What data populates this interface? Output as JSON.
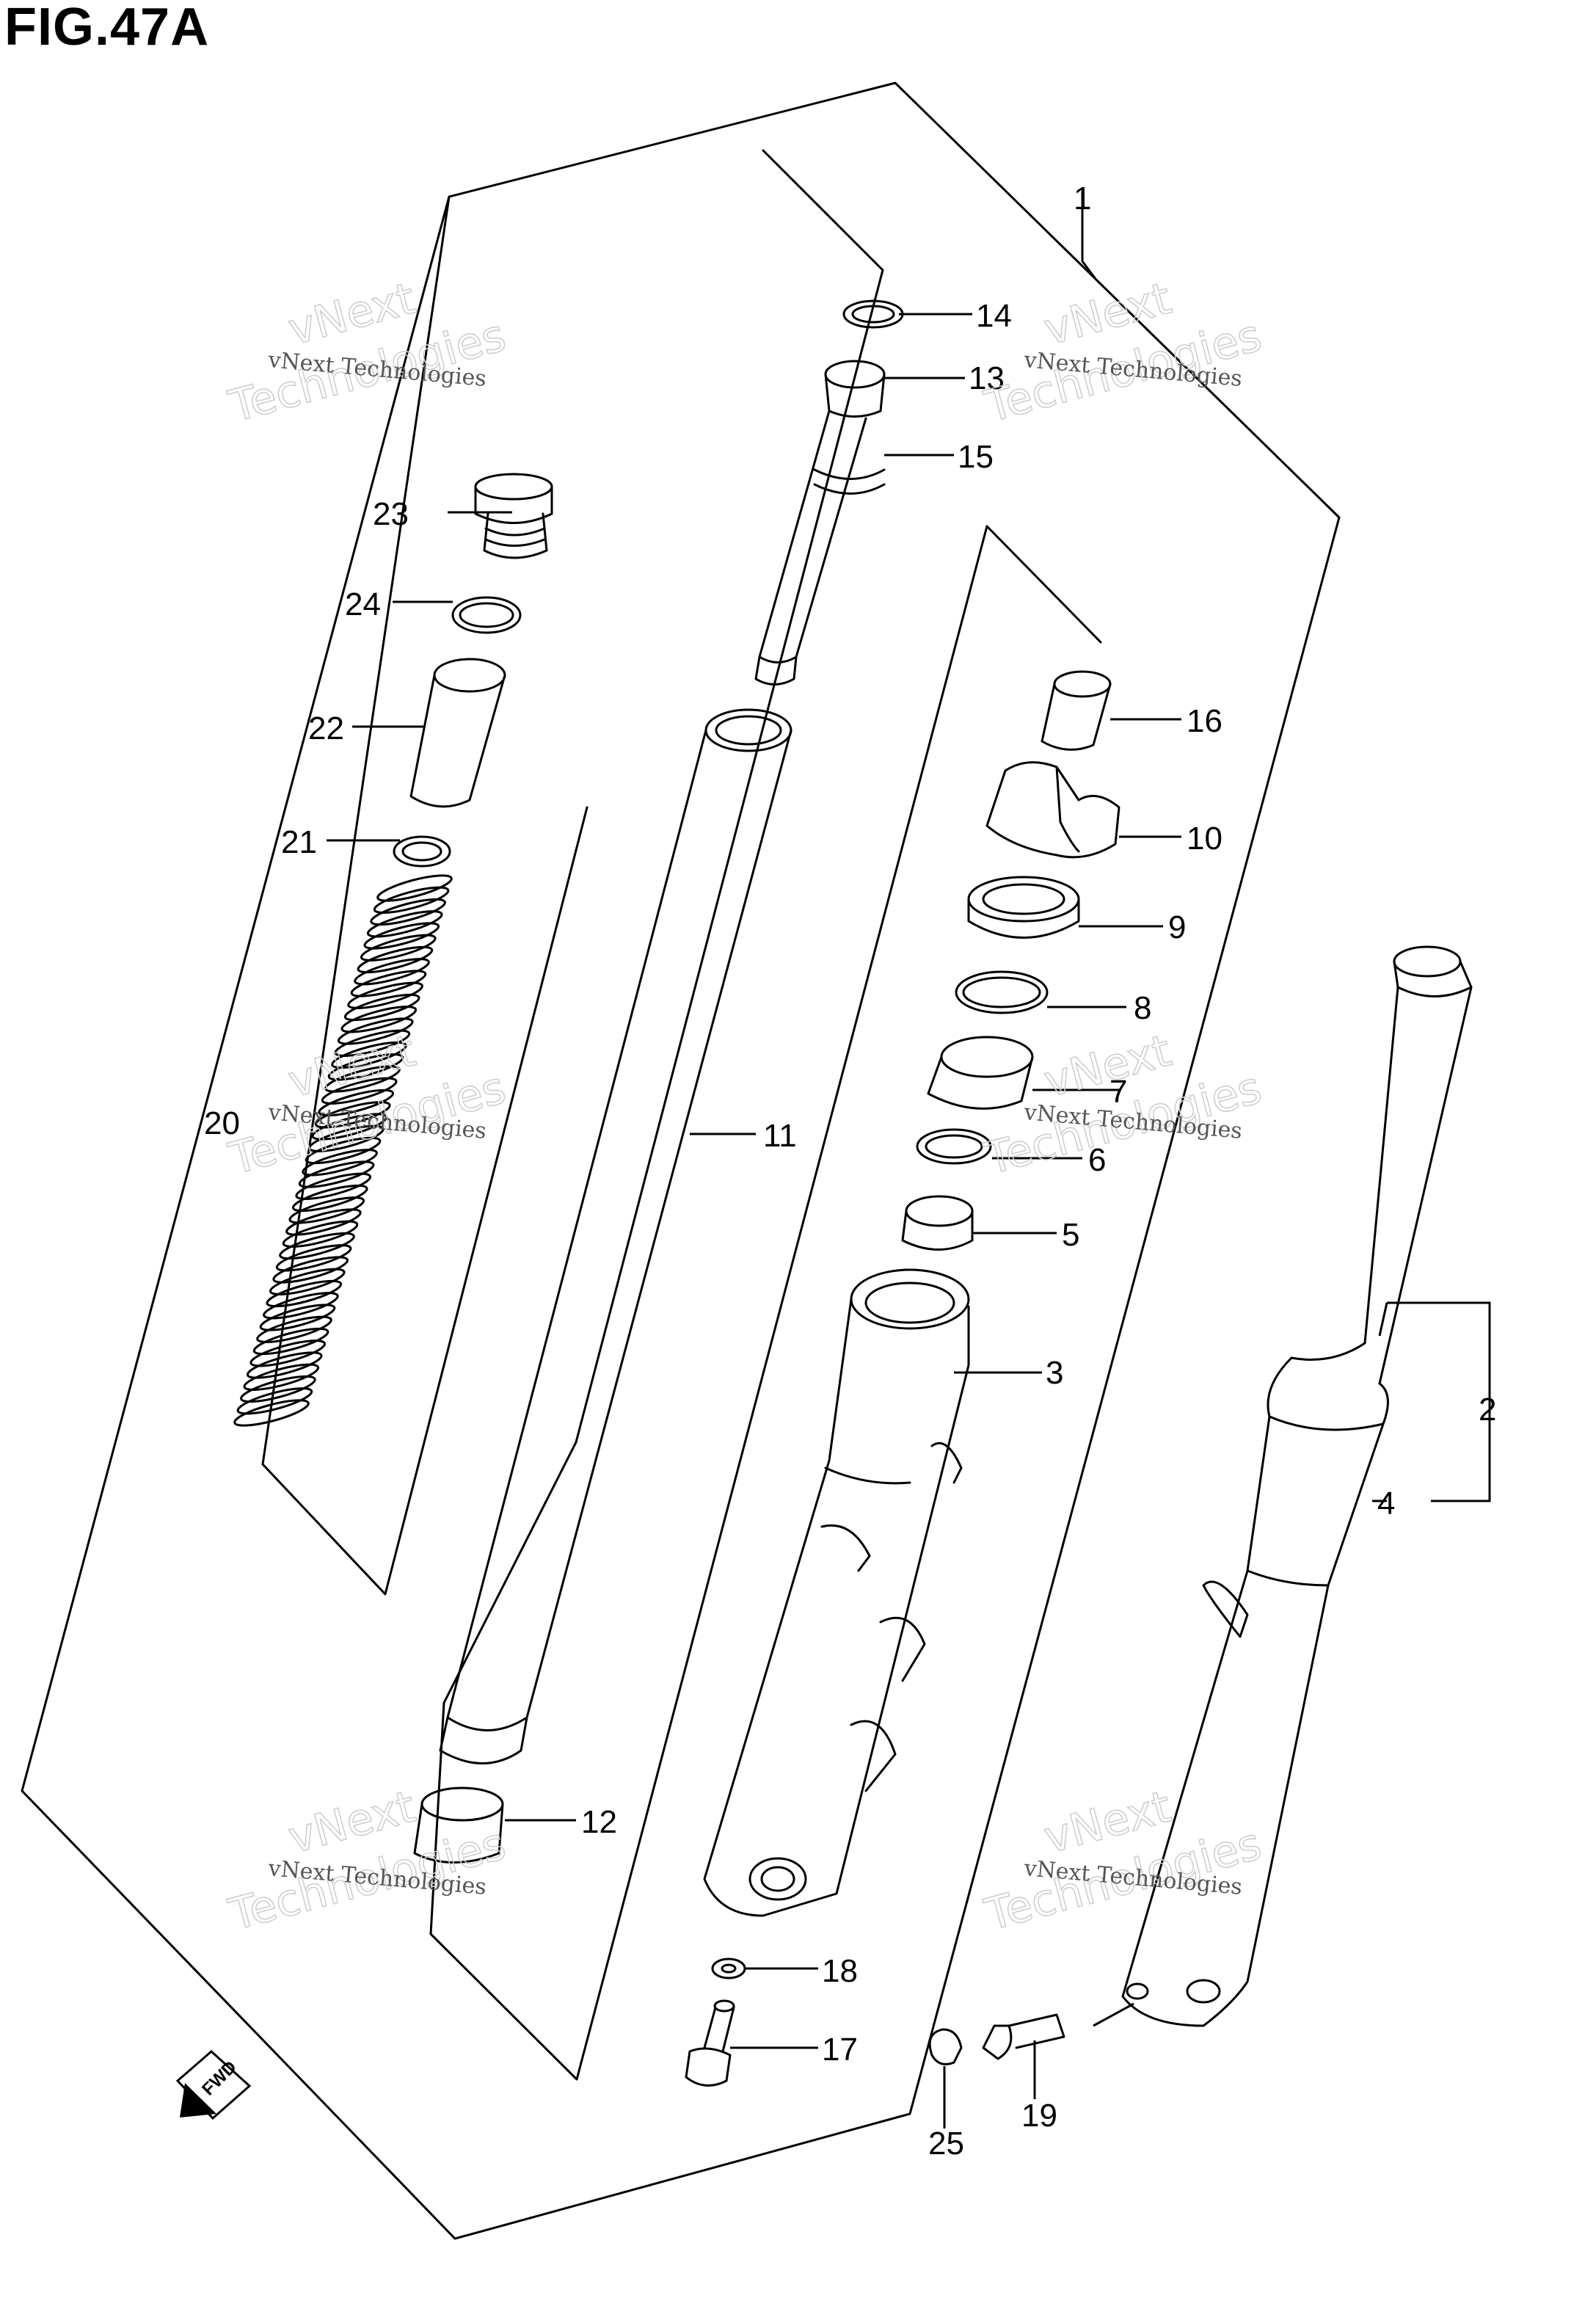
{
  "figure": {
    "title": "FIG.47A"
  },
  "callouts": [
    "1",
    "2",
    "3",
    "4",
    "5",
    "6",
    "7",
    "8",
    "9",
    "10",
    "11",
    "12",
    "13",
    "14",
    "15",
    "16",
    "17",
    "18",
    "19",
    "20",
    "21",
    "22",
    "23",
    "24",
    "25"
  ],
  "watermark": {
    "line1": "vNext",
    "line2": "Technologies",
    "small": "vNext Technologies"
  },
  "direction": {
    "label": "FWD"
  }
}
